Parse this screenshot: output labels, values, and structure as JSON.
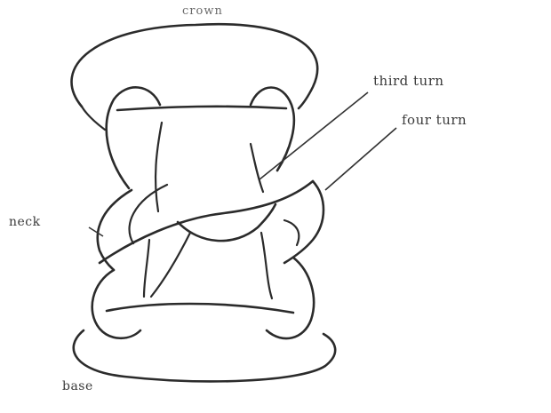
{
  "diagram": {
    "labels": {
      "top": "crown",
      "third_turn": "third turn",
      "fourth_turn": "four turn",
      "left": "neck",
      "bottom": "base"
    },
    "colors": {
      "line": "#2b2b2b",
      "text": "#3a3a3a",
      "background": "#ffffff"
    }
  }
}
